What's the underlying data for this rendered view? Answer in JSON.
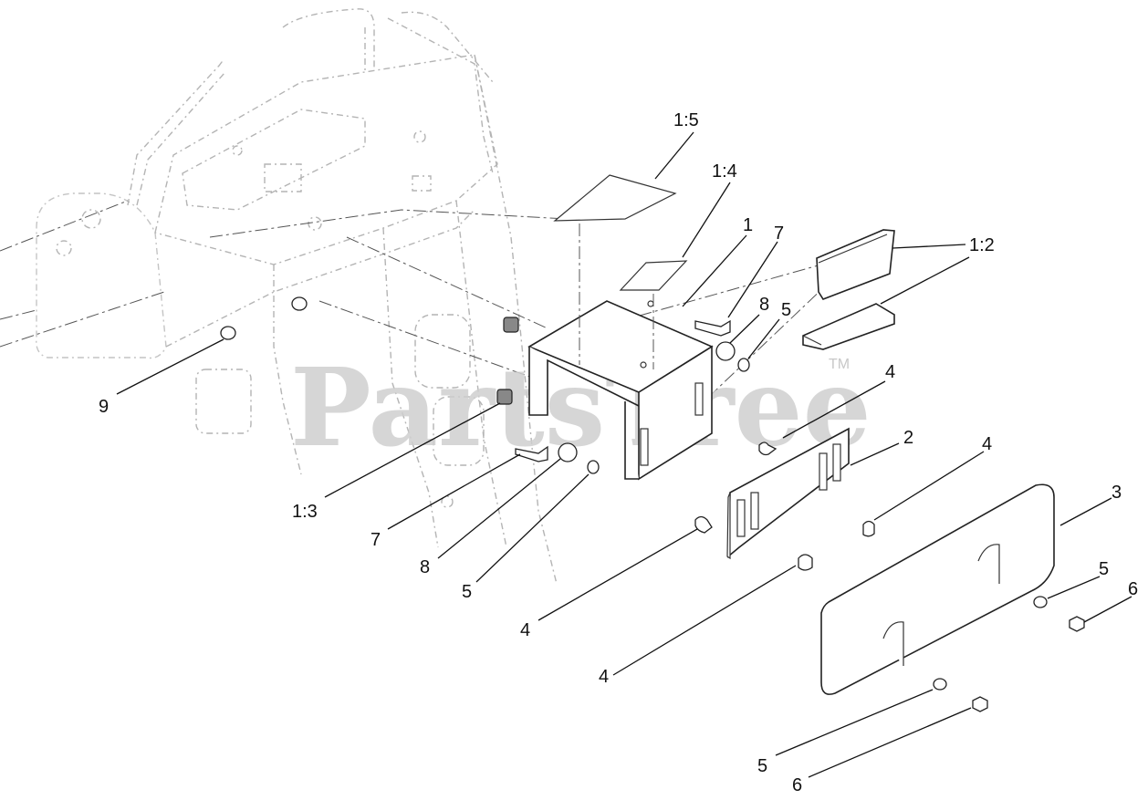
{
  "watermark": {
    "text": "PartsTree",
    "trademark": "TM"
  },
  "callouts": [
    {
      "id": "c-1-5",
      "text": "1:5"
    },
    {
      "id": "c-1-4",
      "text": "1:4"
    },
    {
      "id": "c-1",
      "text": "1"
    },
    {
      "id": "c-7a",
      "text": "7"
    },
    {
      "id": "c-1-2",
      "text": "1:2"
    },
    {
      "id": "c-8a",
      "text": "8"
    },
    {
      "id": "c-5a",
      "text": "5"
    },
    {
      "id": "c-4a",
      "text": "4"
    },
    {
      "id": "c-9",
      "text": "9"
    },
    {
      "id": "c-2",
      "text": "2"
    },
    {
      "id": "c-4b",
      "text": "4"
    },
    {
      "id": "c-3",
      "text": "3"
    },
    {
      "id": "c-1-3",
      "text": "1:3"
    },
    {
      "id": "c-7b",
      "text": "7"
    },
    {
      "id": "c-8b",
      "text": "8"
    },
    {
      "id": "c-5b",
      "text": "5"
    },
    {
      "id": "c-5c",
      "text": "5"
    },
    {
      "id": "c-6a",
      "text": "6"
    },
    {
      "id": "c-4c",
      "text": "4"
    },
    {
      "id": "c-4d",
      "text": "4"
    },
    {
      "id": "c-5d",
      "text": "5"
    },
    {
      "id": "c-6b",
      "text": "6"
    }
  ]
}
